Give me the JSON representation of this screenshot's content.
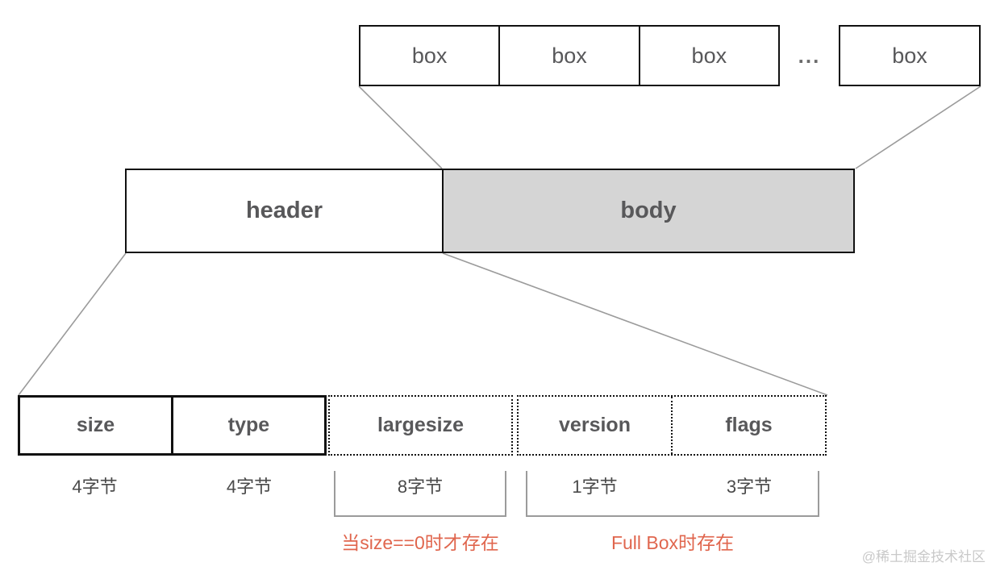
{
  "diagram": {
    "top_row": {
      "boxes": [
        "box",
        "box",
        "box"
      ],
      "ellipsis": "...",
      "last_box": "box"
    },
    "middle_row": {
      "header": "header",
      "body": "body"
    },
    "fields": [
      {
        "label": "size",
        "bytes": "4字节",
        "border": "solid"
      },
      {
        "label": "type",
        "bytes": "4字节",
        "border": "solid"
      },
      {
        "label": "largesize",
        "bytes": "8字节",
        "border": "dotted"
      },
      {
        "label": "version",
        "bytes": "1字节",
        "border": "dotted"
      },
      {
        "label": "flags",
        "bytes": "3字节",
        "border": "dotted"
      }
    ],
    "annotations": [
      {
        "text": "当size==0时才存在",
        "applies_to": "largesize"
      },
      {
        "text": "Full Box时存在",
        "applies_to": "version+flags"
      }
    ],
    "watermark": "@稀土掘金技术社区",
    "colors": {
      "annotation_red": "#e0664e",
      "body_fill": "#d5d5d5",
      "connector_gray": "#9b9b9b",
      "label_gray": "#58585a",
      "border_black": "#111111"
    }
  }
}
